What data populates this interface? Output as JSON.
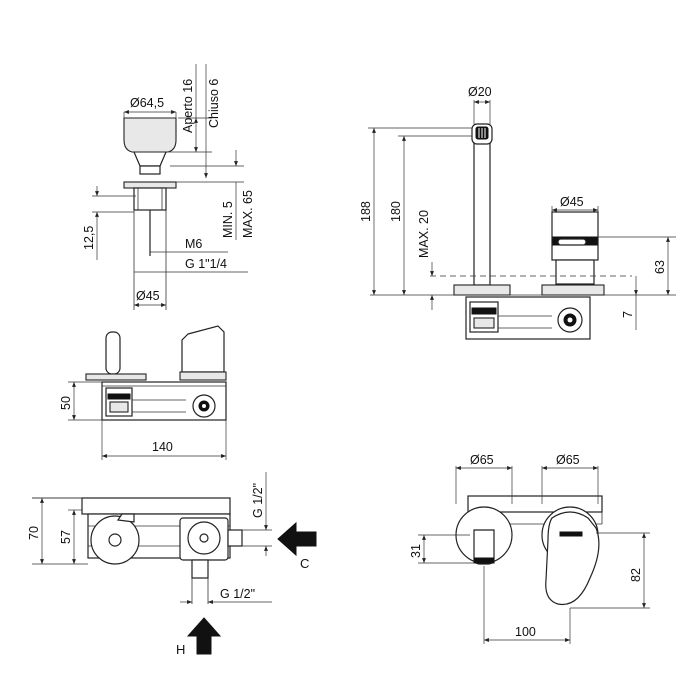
{
  "dimensions": {
    "drain": {
      "d64_5": "Ø64,5",
      "aperto": "Aperto 16",
      "chiuso": "Chiuso 6",
      "min": "MIN. 5",
      "max": "MAX. 65",
      "d12_5": "12,5",
      "m6": "M6",
      "g114": "G 1\"1/4",
      "d45": "Ø45"
    },
    "front": {
      "d20": "Ø20",
      "d188": "188",
      "d180": "180",
      "max20": "MAX. 20",
      "d45": "Ø45",
      "d63": "63",
      "d7": "7"
    },
    "side": {
      "d50": "50",
      "d140": "140"
    },
    "top": {
      "d70": "70",
      "d57": "57",
      "g12a": "G 1/2\"",
      "g12b": "G 1/2\"",
      "c": "C",
      "h": "H"
    },
    "elevation": {
      "d65a": "Ø65",
      "d65b": "Ø65",
      "d31": "31",
      "d82": "82",
      "d100": "100"
    }
  }
}
